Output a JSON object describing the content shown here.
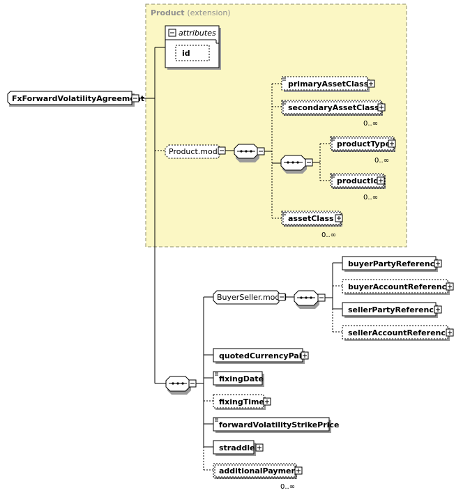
{
  "extension": {
    "name": "Product",
    "note": "(extension)"
  },
  "root": {
    "label": "FxForwardVolatilityAgreement"
  },
  "attributes": {
    "title": "attributes",
    "items": [
      "id"
    ]
  },
  "product_model": {
    "label": "Product.model",
    "children": [
      {
        "label": "primaryAssetClass",
        "optional": true,
        "expandable": true,
        "card": ""
      },
      {
        "label": "secondaryAssetClass",
        "optional": true,
        "expandable": true,
        "card": "0..∞"
      },
      {
        "label": "productType",
        "optional": true,
        "expandable": true,
        "card": "0..∞"
      },
      {
        "label": "productId",
        "optional": true,
        "expandable": true,
        "card": "0..∞"
      },
      {
        "label": "assetClass",
        "optional": true,
        "expandable": true,
        "card": "0..∞"
      }
    ]
  },
  "buyer_seller_model": {
    "label": "BuyerSeller.model",
    "children": [
      {
        "label": "buyerPartyReference",
        "optional": false,
        "card": ""
      },
      {
        "label": "buyerAccountReference",
        "optional": true,
        "card": ""
      },
      {
        "label": "sellerPartyReference",
        "optional": false,
        "card": ""
      },
      {
        "label": "sellerAccountReference",
        "optional": true,
        "card": ""
      }
    ]
  },
  "sequence_children": [
    {
      "label": "quotedCurrencyPair",
      "optional": false,
      "expandable": true,
      "card": ""
    },
    {
      "label": "fixingDate",
      "optional": false,
      "expandable": false,
      "card": ""
    },
    {
      "label": "fixingTime",
      "optional": true,
      "expandable": true,
      "card": ""
    },
    {
      "label": "forwardVolatilityStrikePrice",
      "optional": false,
      "expandable": false,
      "card": ""
    },
    {
      "label": "straddle",
      "optional": false,
      "expandable": true,
      "card": ""
    },
    {
      "label": "additionalPayment",
      "optional": true,
      "expandable": true,
      "card": "0..∞"
    }
  ]
}
